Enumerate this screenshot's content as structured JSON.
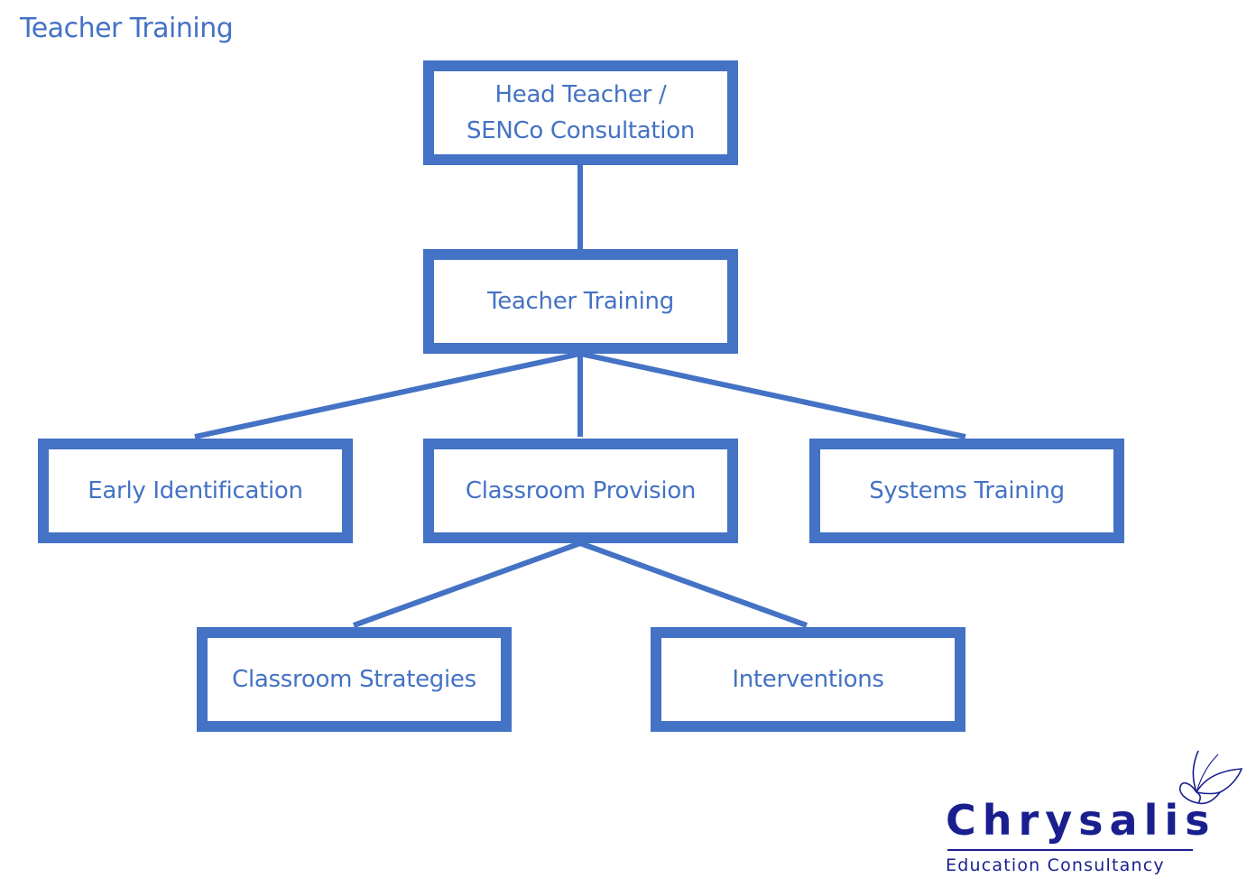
{
  "title": "Teacher Training",
  "colors": {
    "accent": "#4472C4",
    "logo": "#1a1f8f",
    "background": "#ffffff"
  },
  "nodes": {
    "head": "Head Teacher /\nSENCo Consultation",
    "training": "Teacher Training",
    "early": "Early Identification",
    "classroom": "Classroom Provision",
    "systems": "Systems Training",
    "strategies": "Classroom Strategies",
    "interventions": "Interventions"
  },
  "edges": [
    [
      "head",
      "training"
    ],
    [
      "training",
      "early"
    ],
    [
      "training",
      "classroom"
    ],
    [
      "training",
      "systems"
    ],
    [
      "classroom",
      "strategies"
    ],
    [
      "classroom",
      "interventions"
    ]
  ],
  "logo": {
    "name": "Chrysalis",
    "subtitle": "Education Consultancy",
    "icon": "butterfly-icon"
  }
}
